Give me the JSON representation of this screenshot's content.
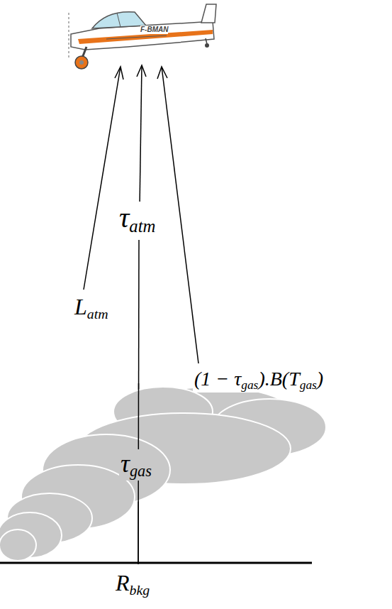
{
  "diagram": {
    "nodes": [
      {
        "text": [
          "τgas"
        ]
      }
    ],
    "labels": [
      "F-BMAN",
      "τatm",
      "Latm",
      "(1 − τgas).B(Tgas)",
      "Rbkg"
    ]
  }
}
